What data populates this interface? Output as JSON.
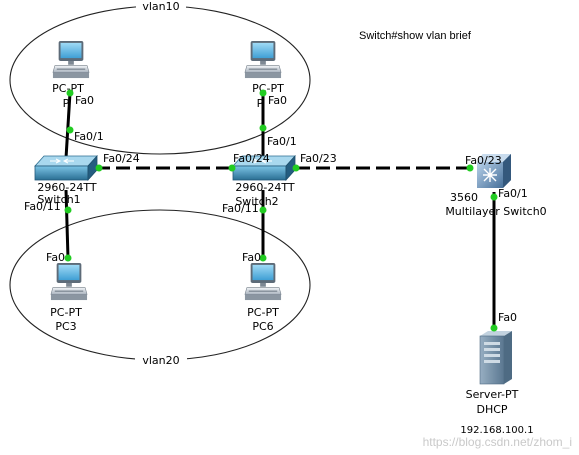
{
  "title": "Switch#show vlan brief",
  "watermark": "https://blog.csdn.net/zhom_i",
  "vlans": [
    {
      "name": "vlan10"
    },
    {
      "name": "vlan20"
    }
  ],
  "devices": {
    "pc_tl": {
      "model": "PC-PT",
      "name": "P",
      "port": "Fa0"
    },
    "pc_tr": {
      "model": "PC-PT",
      "name": "P",
      "port": "Fa0"
    },
    "pc3": {
      "model": "PC-PT",
      "name": "PC3",
      "port": "Fa0"
    },
    "pc6": {
      "model": "PC-PT",
      "name": "PC6",
      "port": "Fa0"
    },
    "sw1": {
      "model": "2960-24TT",
      "name": "Switch1"
    },
    "sw2": {
      "model": "2960-24TT",
      "name": "Switch2"
    },
    "sw0": {
      "model": "3560",
      "name": "Multilayer Switch0"
    },
    "dhcp": {
      "model": "Server-PT",
      "name": "DHCP",
      "ip": "192.168.100.1",
      "port": "Fa0"
    }
  },
  "ports": {
    "sw1_up": "Fa0/1",
    "sw1_trunk": "Fa0/24",
    "sw1_down": "Fa0/11",
    "sw2_up": "Fa0/1",
    "sw2_trunk": "Fa0/24",
    "sw2_uplink": "Fa0/23",
    "sw2_down": "Fa0/11",
    "sw0_in": "Fa0/23",
    "sw0_out": "Fa0/1"
  },
  "links": [
    {
      "from": "pc_tl",
      "to": "sw1",
      "style": "solid"
    },
    {
      "from": "pc_tr",
      "to": "sw2",
      "style": "solid"
    },
    {
      "from": "sw1",
      "to": "sw2",
      "style": "dashed"
    },
    {
      "from": "sw2",
      "to": "sw0",
      "style": "dashed"
    },
    {
      "from": "sw1",
      "to": "pc3",
      "style": "solid"
    },
    {
      "from": "sw2",
      "to": "pc6",
      "style": "solid"
    },
    {
      "from": "sw0",
      "to": "dhcp",
      "style": "solid"
    }
  ],
  "colors": {
    "port_up": "#22cc22",
    "link": "#000000",
    "switch_body": "#3b8fb8",
    "l3switch_body": "#6a8fb7",
    "pc_screen": "#6cbde6",
    "server_body": "#7c98b0"
  },
  "icons": {
    "pc": "pc-icon",
    "switch": "switch-icon",
    "multilayer_switch": "multilayer-switch-icon",
    "server": "server-icon"
  }
}
